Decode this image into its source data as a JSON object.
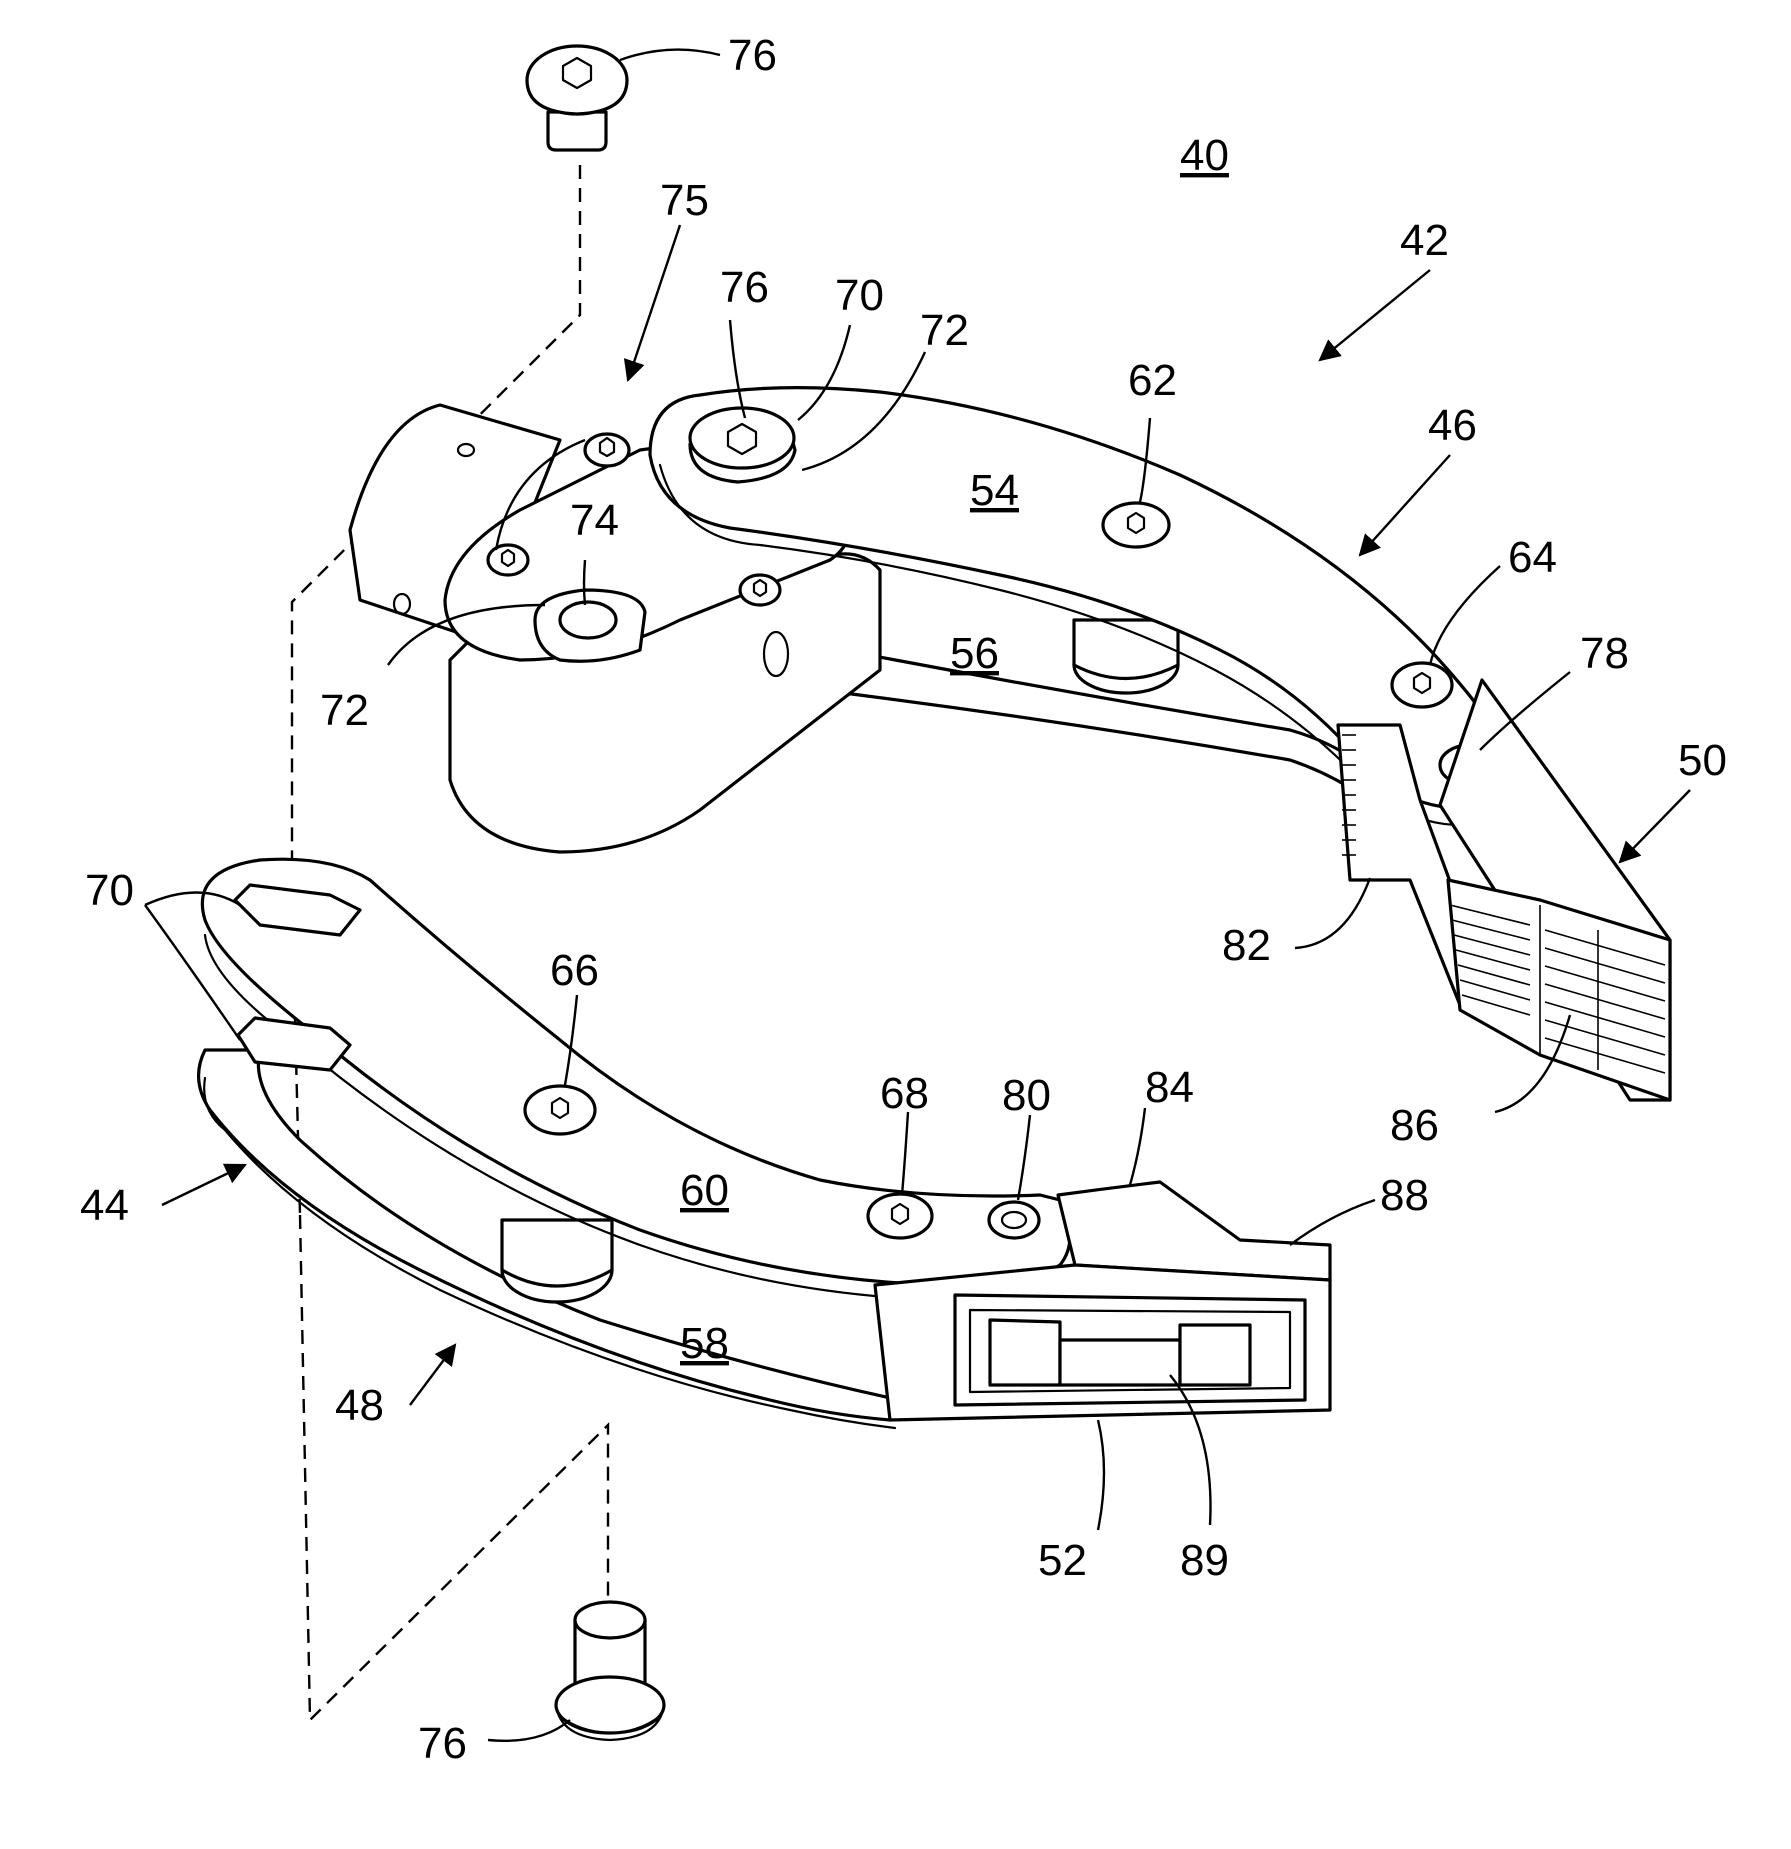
{
  "figure": {
    "reference_numerals": {
      "n40": "40",
      "n42": "42",
      "n44": "44",
      "n46": "46",
      "n48": "48",
      "n50": "50",
      "n52": "52",
      "n54": "54",
      "n56": "56",
      "n58": "58",
      "n60": "60",
      "n62": "62",
      "n64": "64",
      "n66": "66",
      "n68": "68",
      "n70_top": "70",
      "n70_left": "70",
      "n72_top": "72",
      "n72_left": "72",
      "n74": "74",
      "n75": "75",
      "n76_topleft": "76",
      "n76_pivot": "76",
      "n76_bottom": "76",
      "n78": "78",
      "n80": "80",
      "n82": "82",
      "n84": "84",
      "n86": "86",
      "n88": "88",
      "n89": "89"
    }
  }
}
